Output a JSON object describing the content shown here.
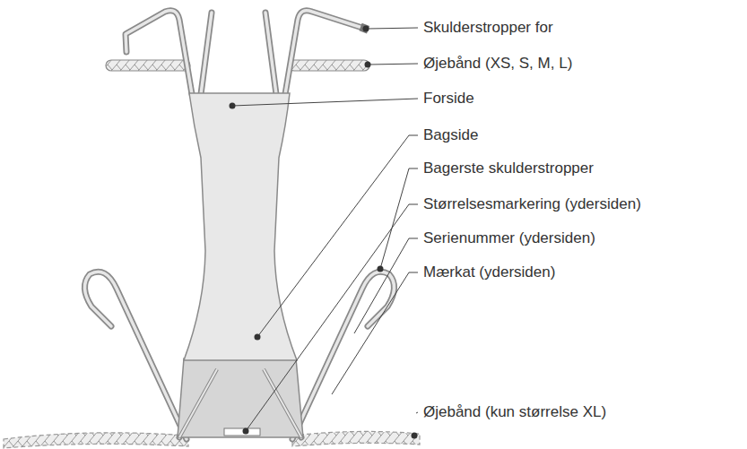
{
  "diagram": {
    "labels": [
      "Skulderstropper for",
      "Øjebånd (XS, S, M, L)",
      "Forside",
      "Bagside",
      "Bagerste skulderstropper",
      "Størrelsesmarkering (ydersiden)",
      "Serienummer (ydersiden)",
      "Mærkat (ydersiden)",
      "Øjebånd (kun størrelse XL)"
    ]
  }
}
